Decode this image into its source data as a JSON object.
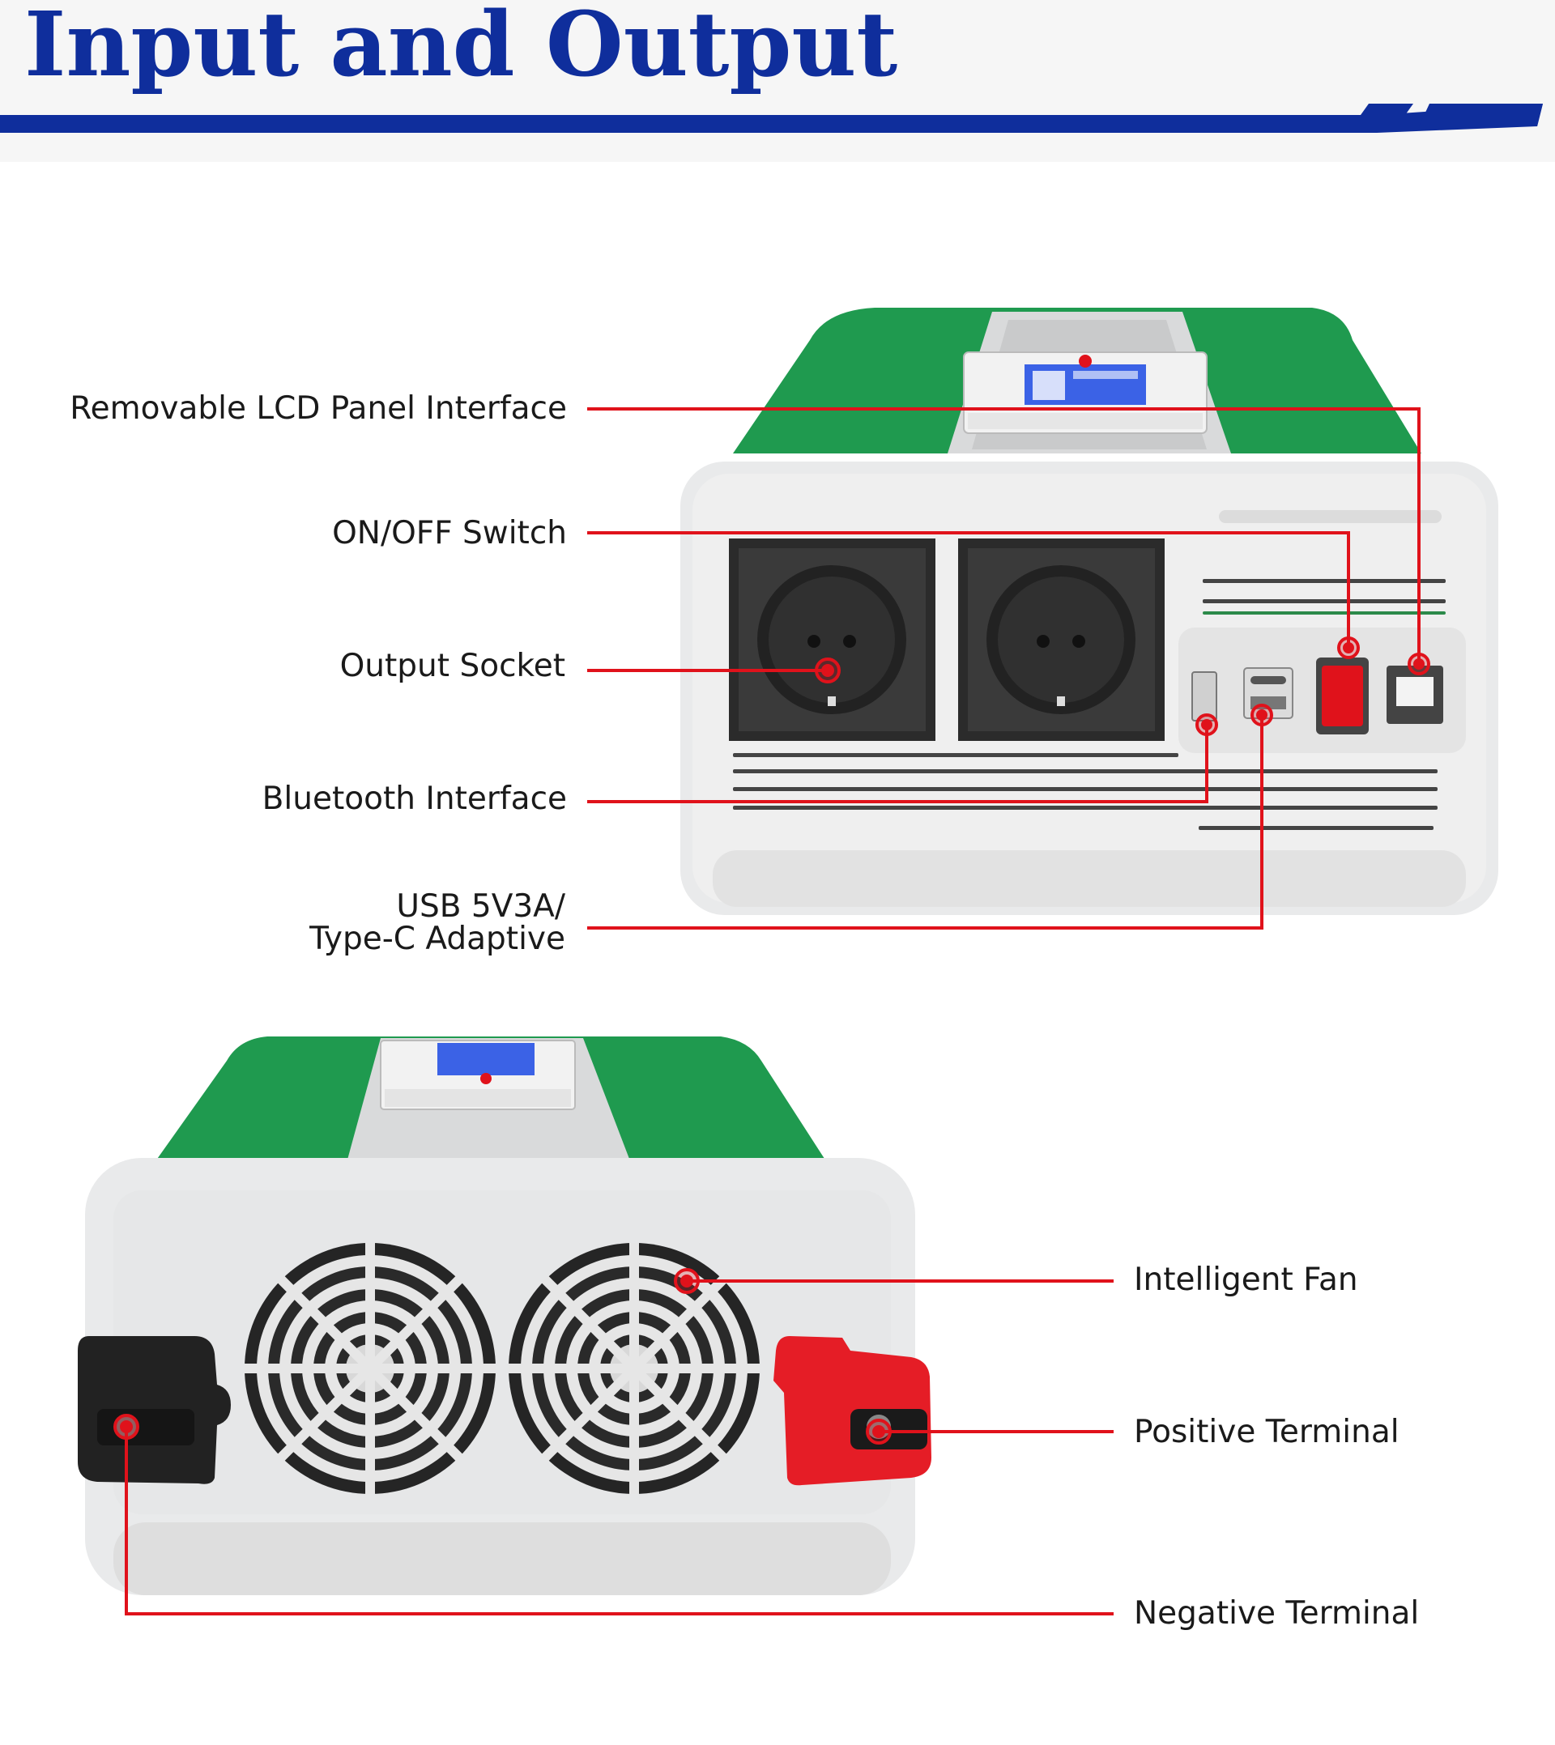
{
  "header": {
    "title": "Input and Output"
  },
  "front_view": {
    "callouts": [
      {
        "id": "lcd",
        "label": "Removable LCD Panel Interface"
      },
      {
        "id": "switch",
        "label": "ON/OFF Switch"
      },
      {
        "id": "socket",
        "label": "Output Socket"
      },
      {
        "id": "bluetooth",
        "label": "Bluetooth Interface"
      },
      {
        "id": "usb",
        "label_line1": "USB 5V3A/",
        "label_line2": "Type-C Adaptive"
      }
    ]
  },
  "rear_view": {
    "callouts": [
      {
        "id": "fan",
        "label": "Intelligent Fan"
      },
      {
        "id": "positive",
        "label": "Positive Terminal"
      },
      {
        "id": "negative",
        "label": "Negative Terminal"
      }
    ]
  },
  "colors": {
    "title": "#0f2e9c",
    "header_bar": "#0f2e9c",
    "callout_line": "#e0121b",
    "housing_green": "#1f9a4f",
    "housing_white": "#e9eaeb",
    "socket_black": "#2b2b2b",
    "switch_red": "#e0121b",
    "terminal_red": "#e51d26",
    "terminal_black": "#222222",
    "lcd_blue": "#3b62e6"
  }
}
